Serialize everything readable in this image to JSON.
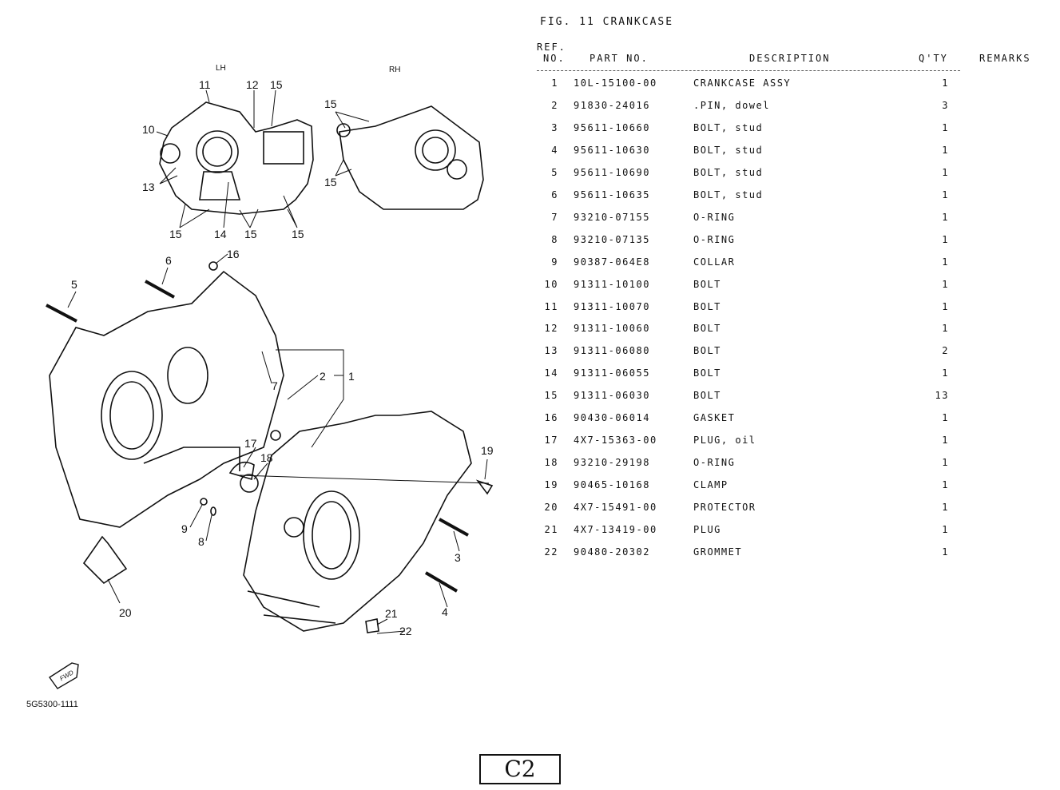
{
  "figure": {
    "title": "FIG. 11   CRANKCASE"
  },
  "table": {
    "headers": {
      "ref_top": "REF.",
      "ref": "NO.",
      "part_no": "PART NO.",
      "description": "DESCRIPTION",
      "qty": "Q'TY",
      "remarks": "REMARKS"
    },
    "rows": [
      {
        "ref": "1",
        "part_no": "10L-15100-00",
        "description": "CRANKCASE ASSY",
        "qty": "1"
      },
      {
        "ref": "2",
        "part_no": "91830-24016",
        "description": ".PIN, dowel",
        "qty": "3"
      },
      {
        "ref": "3",
        "part_no": "95611-10660",
        "description": "BOLT, stud",
        "qty": "1"
      },
      {
        "ref": "4",
        "part_no": "95611-10630",
        "description": "BOLT, stud",
        "qty": "1"
      },
      {
        "ref": "5",
        "part_no": "95611-10690",
        "description": "BOLT, stud",
        "qty": "1"
      },
      {
        "ref": "6",
        "part_no": "95611-10635",
        "description": "BOLT, stud",
        "qty": "1"
      },
      {
        "ref": "7",
        "part_no": "93210-07155",
        "description": "O-RING",
        "qty": "1"
      },
      {
        "ref": "8",
        "part_no": "93210-07135",
        "description": "O-RING",
        "qty": "1"
      },
      {
        "ref": "9",
        "part_no": "90387-064E8",
        "description": "COLLAR",
        "qty": "1"
      },
      {
        "ref": "10",
        "part_no": "91311-10100",
        "description": "BOLT",
        "qty": "1"
      },
      {
        "ref": "11",
        "part_no": "91311-10070",
        "description": "BOLT",
        "qty": "1"
      },
      {
        "ref": "12",
        "part_no": "91311-10060",
        "description": "BOLT",
        "qty": "1"
      },
      {
        "ref": "13",
        "part_no": "91311-06080",
        "description": "BOLT",
        "qty": "2"
      },
      {
        "ref": "14",
        "part_no": "91311-06055",
        "description": "BOLT",
        "qty": "1"
      },
      {
        "ref": "15",
        "part_no": "91311-06030",
        "description": "BOLT",
        "qty": "13"
      },
      {
        "ref": "16",
        "part_no": "90430-06014",
        "description": "GASKET",
        "qty": "1"
      },
      {
        "ref": "17",
        "part_no": "4X7-15363-00",
        "description": "PLUG, oil",
        "qty": "1"
      },
      {
        "ref": "18",
        "part_no": "93210-29198",
        "description": "O-RING",
        "qty": "1"
      },
      {
        "ref": "19",
        "part_no": "90465-10168",
        "description": "CLAMP",
        "qty": "1"
      },
      {
        "ref": "20",
        "part_no": "4X7-15491-00",
        "description": "PROTECTOR",
        "qty": "1"
      },
      {
        "ref": "21",
        "part_no": "4X7-13419-00",
        "description": "PLUG",
        "qty": "1"
      },
      {
        "ref": "22",
        "part_no": "90480-20302",
        "description": "GROMMET",
        "qty": "1"
      }
    ]
  },
  "diagram": {
    "lh_label": "LH",
    "rh_label": "RH",
    "callouts": [
      "11",
      "12",
      "15",
      "10",
      "13",
      "15",
      "14",
      "15",
      "15",
      "15",
      "15",
      "6",
      "16",
      "5",
      "7",
      "2",
      "1",
      "17",
      "18",
      "19",
      "9",
      "8",
      "3",
      "20",
      "4",
      "21",
      "22"
    ],
    "fwd_icon": "FWD",
    "drawing_code": "5G5300-1111"
  },
  "page_marker": "C2"
}
